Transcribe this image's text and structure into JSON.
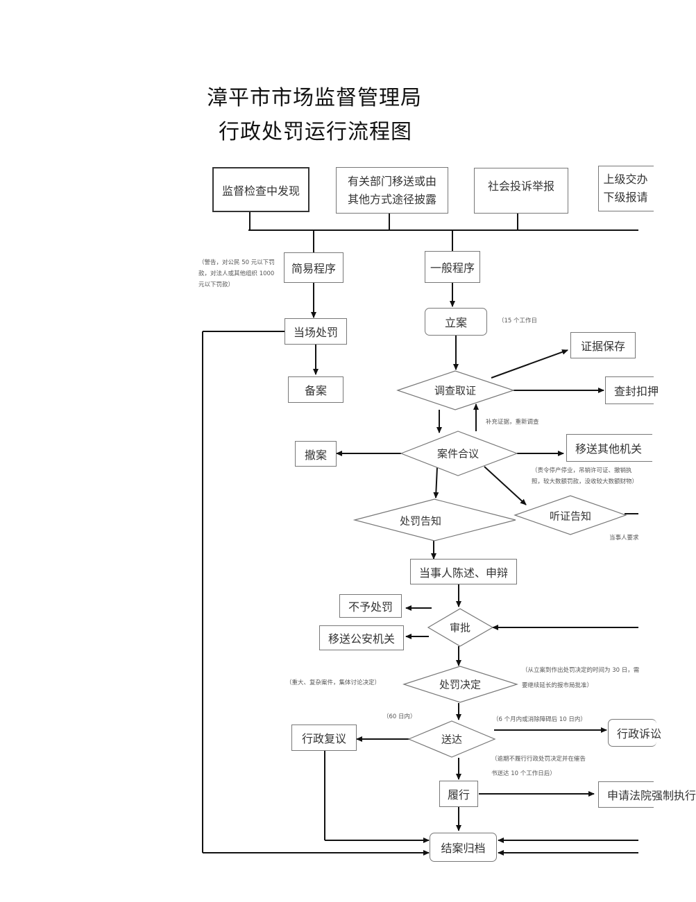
{
  "title": {
    "line1": "漳平市市场监督管理局",
    "line2": "行政处罚运行流程图"
  },
  "sources": {
    "supervision": "监督检查中发现",
    "transfer": "有关部门移送或由其他方式途径披露",
    "complaint": "社会投诉举报",
    "superior": "上级交办下级报请"
  },
  "procedures": {
    "simple": "简易程序",
    "general": "一般程序"
  },
  "simple_flow": {
    "onsite_penalty": "当场处罚",
    "record": "备案",
    "note": "（警告，对公民 50 元以下罚款，对法人或其他组织 1000 元以下罚款）"
  },
  "general_flow": {
    "file_case": "立案",
    "file_case_note": "（15 个工作日",
    "evidence_preserve": "证据保存",
    "seal": "查封扣押",
    "investigate": "调查取证",
    "supplement_note": "补充证据，重新调查",
    "withdraw": "撤案",
    "case_review": "案件合议",
    "transfer_other": "移送其他机关",
    "hearing_note": "（责令停产停业，吊销许可证、撤销执照，较大数额罚款，没收较大数额财物）",
    "penalty_notice": "处罚告知",
    "hearing_notice": "听证告知",
    "party_request_note": "当事人要求",
    "statement": "当事人陈述、申辩",
    "no_penalty": "不予处罚",
    "transfer_police": "移送公安机关",
    "approve": "审批",
    "decision": "处罚决定",
    "decision_left_note": "（重大、复杂案件，集体讨论决定）",
    "decision_right_note": "（从立案到作出处罚决定的时间为 30 日，需要继续延长的报市局批准）",
    "admin_review": "行政复议",
    "review_note": "（60 日内）",
    "deliver": "送达",
    "litigation_note": "（6 个月内或消除障碍后 10 日内）",
    "admin_litigation": "行政诉讼",
    "overdue_note": "（逾期不履行行政处罚决定并在催告书送达 10 个工作日后）",
    "perform": "履行",
    "apply_court": "申请法院强制执行",
    "close_archive": "结案归档"
  }
}
